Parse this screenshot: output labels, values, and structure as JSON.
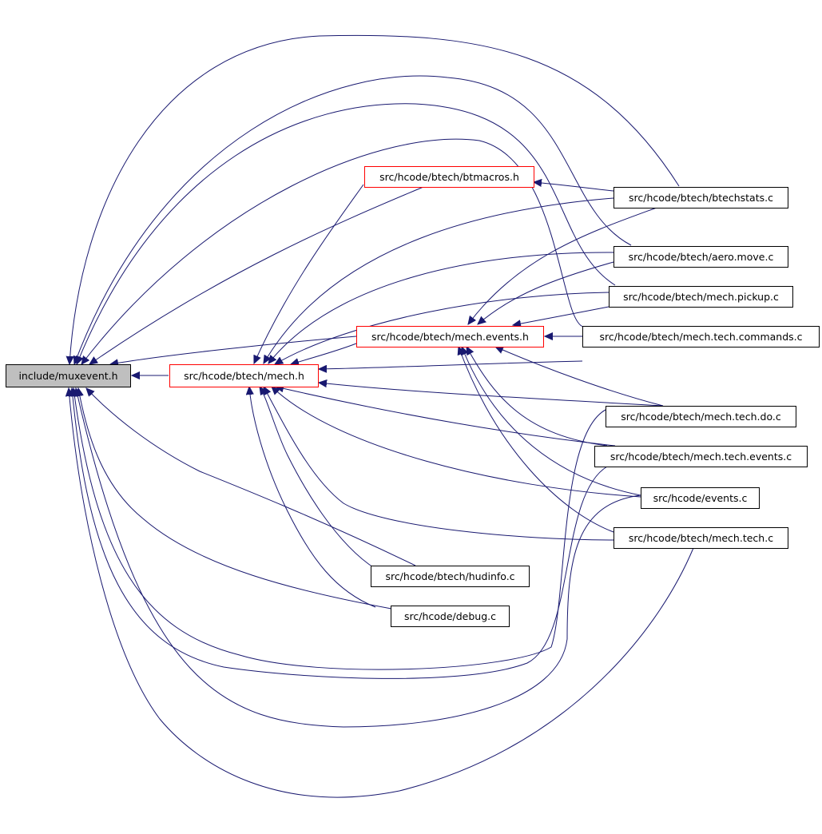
{
  "diagram": {
    "colors": {
      "edge": "#191970",
      "highlight_border": "#ff0000",
      "normal_border": "#000000",
      "root_fill": "#bfbfbf"
    },
    "nodes": [
      {
        "id": "muxevent",
        "label": "include/muxevent.h",
        "style": "root"
      },
      {
        "id": "mech_h",
        "label": "src/hcode/btech/mech.h",
        "style": "red"
      },
      {
        "id": "btmacros",
        "label": "src/hcode/btech/btmacros.h",
        "style": "red"
      },
      {
        "id": "mech_events_h",
        "label": "src/hcode/btech/mech.events.h",
        "style": "red"
      },
      {
        "id": "btechstats",
        "label": "src/hcode/btech/btechstats.c",
        "style": "normal"
      },
      {
        "id": "aero_move",
        "label": "src/hcode/btech/aero.move.c",
        "style": "normal"
      },
      {
        "id": "mech_pickup",
        "label": "src/hcode/btech/mech.pickup.c",
        "style": "normal"
      },
      {
        "id": "mech_tech_commands",
        "label": "src/hcode/btech/mech.tech.commands.c",
        "style": "normal"
      },
      {
        "id": "mech_tech_do",
        "label": "src/hcode/btech/mech.tech.do.c",
        "style": "normal"
      },
      {
        "id": "mech_tech_events",
        "label": "src/hcode/btech/mech.tech.events.c",
        "style": "normal"
      },
      {
        "id": "events_c",
        "label": "src/hcode/events.c",
        "style": "normal"
      },
      {
        "id": "mech_tech_c",
        "label": "src/hcode/btech/mech.tech.c",
        "style": "normal"
      },
      {
        "id": "hudinfo",
        "label": "src/hcode/btech/hudinfo.c",
        "style": "normal"
      },
      {
        "id": "debug_c",
        "label": "src/hcode/debug.c",
        "style": "normal"
      }
    ],
    "edges": [
      {
        "from": "mech_h",
        "to": "muxevent"
      },
      {
        "from": "btmacros",
        "to": "muxevent"
      },
      {
        "from": "mech_events_h",
        "to": "muxevent"
      },
      {
        "from": "btechstats",
        "to": "muxevent"
      },
      {
        "from": "aero_move",
        "to": "muxevent"
      },
      {
        "from": "mech_pickup",
        "to": "muxevent"
      },
      {
        "from": "mech_tech_commands",
        "to": "muxevent"
      },
      {
        "from": "mech_tech_do",
        "to": "muxevent"
      },
      {
        "from": "mech_tech_events",
        "to": "muxevent"
      },
      {
        "from": "events_c",
        "to": "muxevent"
      },
      {
        "from": "mech_tech_c",
        "to": "muxevent"
      },
      {
        "from": "hudinfo",
        "to": "muxevent"
      },
      {
        "from": "debug_c",
        "to": "muxevent"
      },
      {
        "from": "btmacros",
        "to": "mech_h"
      },
      {
        "from": "mech_events_h",
        "to": "mech_h"
      },
      {
        "from": "btechstats",
        "to": "mech_h"
      },
      {
        "from": "aero_move",
        "to": "mech_h"
      },
      {
        "from": "mech_pickup",
        "to": "mech_h"
      },
      {
        "from": "mech_tech_commands",
        "to": "mech_h"
      },
      {
        "from": "mech_tech_do",
        "to": "mech_h"
      },
      {
        "from": "mech_tech_events",
        "to": "mech_h"
      },
      {
        "from": "events_c",
        "to": "mech_h"
      },
      {
        "from": "mech_tech_c",
        "to": "mech_h"
      },
      {
        "from": "hudinfo",
        "to": "mech_h"
      },
      {
        "from": "debug_c",
        "to": "mech_h"
      },
      {
        "from": "btechstats",
        "to": "btmacros"
      },
      {
        "from": "btechstats",
        "to": "mech_events_h"
      },
      {
        "from": "aero_move",
        "to": "mech_events_h"
      },
      {
        "from": "mech_pickup",
        "to": "mech_events_h"
      },
      {
        "from": "mech_tech_commands",
        "to": "mech_events_h"
      },
      {
        "from": "mech_tech_do",
        "to": "mech_events_h"
      },
      {
        "from": "mech_tech_events",
        "to": "mech_events_h"
      },
      {
        "from": "events_c",
        "to": "mech_events_h"
      },
      {
        "from": "mech_tech_c",
        "to": "mech_events_h"
      }
    ]
  }
}
